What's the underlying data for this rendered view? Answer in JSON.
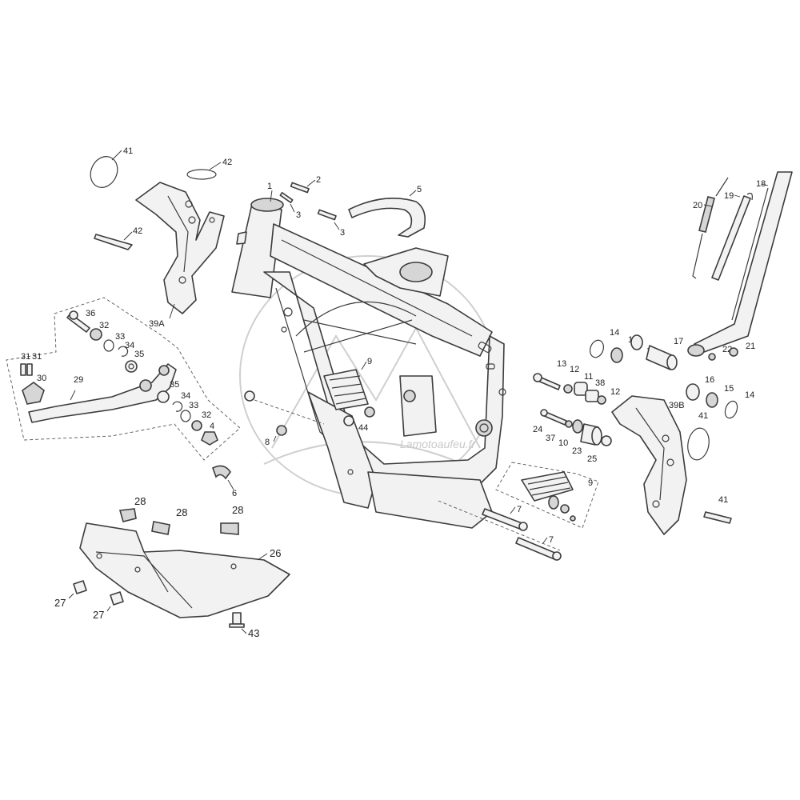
{
  "diagram": {
    "callouts": {
      "c41a": "41",
      "c42a": "42",
      "c42b": "42",
      "c39a": "39A",
      "c1": "1",
      "c2": "2",
      "c3a": "3",
      "c3b": "3",
      "c5": "5",
      "c20": "20",
      "c19": "19",
      "c18": "18",
      "c36": "36",
      "c32a": "32",
      "c33a": "33",
      "c34a": "34",
      "c35a": "35",
      "c31a": "31",
      "c31b": "31",
      "c30": "30",
      "c29": "29",
      "c35b": "35",
      "c34b": "34",
      "c33b": "33",
      "c32b": "32",
      "c4": "4",
      "c9a": "9",
      "c8": "8",
      "c44": "44",
      "c6": "6",
      "c14a": "14",
      "c15a": "15",
      "c16a": "16",
      "c17": "17",
      "c13": "13",
      "c12a": "12",
      "c11": "11",
      "c38": "38",
      "c12b": "12",
      "c22": "22",
      "c21": "21",
      "c16b": "16",
      "c15b": "15",
      "c14b": "14",
      "c39b": "39B",
      "c41b": "41",
      "c24": "24",
      "c37": "37",
      "c10": "10",
      "c23": "23",
      "c25": "25",
      "c9b": "9",
      "c7a": "7",
      "c7b": "7",
      "c41c": "41",
      "c28a": "28",
      "c28b": "28",
      "c28c": "28",
      "c26": "26",
      "c27a": "27",
      "c27b": "27",
      "c43": "43"
    },
    "watermark": "Lamotoaufeu.fr"
  }
}
